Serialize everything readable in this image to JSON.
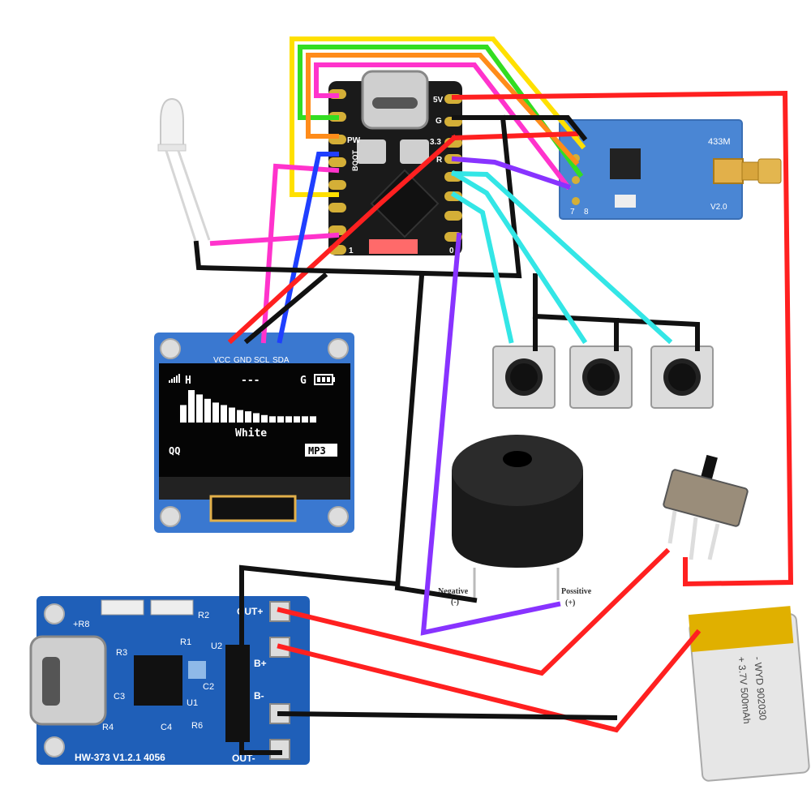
{
  "mcu": {
    "pins_left": [
      "PW",
      "BOOT",
      "1"
    ],
    "pins_right": [
      "5V",
      "G",
      "3.3",
      "R"
    ],
    "pin_bottom": "0"
  },
  "rf_module": {
    "freq_label": "433M",
    "version_label": "V2.0",
    "pin_7": "7",
    "pin_8": "8"
  },
  "oled": {
    "pins": [
      "VCC",
      "GND",
      "SCL",
      "SDA"
    ],
    "status_left": "H",
    "status_mid": "---",
    "status_right": "G",
    "center_label": "White",
    "bottom_left": "QQ",
    "bottom_right": "MP3",
    "bars": [
      0.28,
      0.52,
      0.45,
      0.38,
      0.32,
      0.28,
      0.24,
      0.2,
      0.18,
      0.15,
      0.12,
      0.1,
      0.1,
      0.1,
      0.1,
      0.1,
      0.1
    ]
  },
  "buzzer": {
    "negative_label": "Negative",
    "negative_sign": "(-)",
    "positive_label": "Possitive",
    "positive_sign": "(+)"
  },
  "charger": {
    "model": "HW-373 V1.2.1 4056",
    "out_plus": "OUT+",
    "out_minus": "OUT-",
    "b_plus": "B+",
    "b_minus": "B-",
    "r8": "+R8",
    "r1": "R1",
    "r2": "R2",
    "r3": "R3",
    "r4": "R4",
    "r6": "R6",
    "c2": "C2",
    "c3": "C3",
    "c4": "C4",
    "u1": "U1",
    "u2": "U2"
  },
  "battery": {
    "line1": "-  WYD  902030",
    "line2": "+  3.7V  500mAh"
  },
  "colors": {
    "wire_red": "#ff2020",
    "wire_black": "#111111",
    "wire_yellow": "#ffe000",
    "wire_green": "#33dd22",
    "wire_orange": "#ff8c1a",
    "wire_magenta": "#ff33cc",
    "wire_cyan": "#33e6e6",
    "wire_purple": "#8833ff",
    "wire_blue": "#1f3fff",
    "pcb_blue": "#1f5fb8",
    "mcu_black": "#1a1a1a"
  }
}
